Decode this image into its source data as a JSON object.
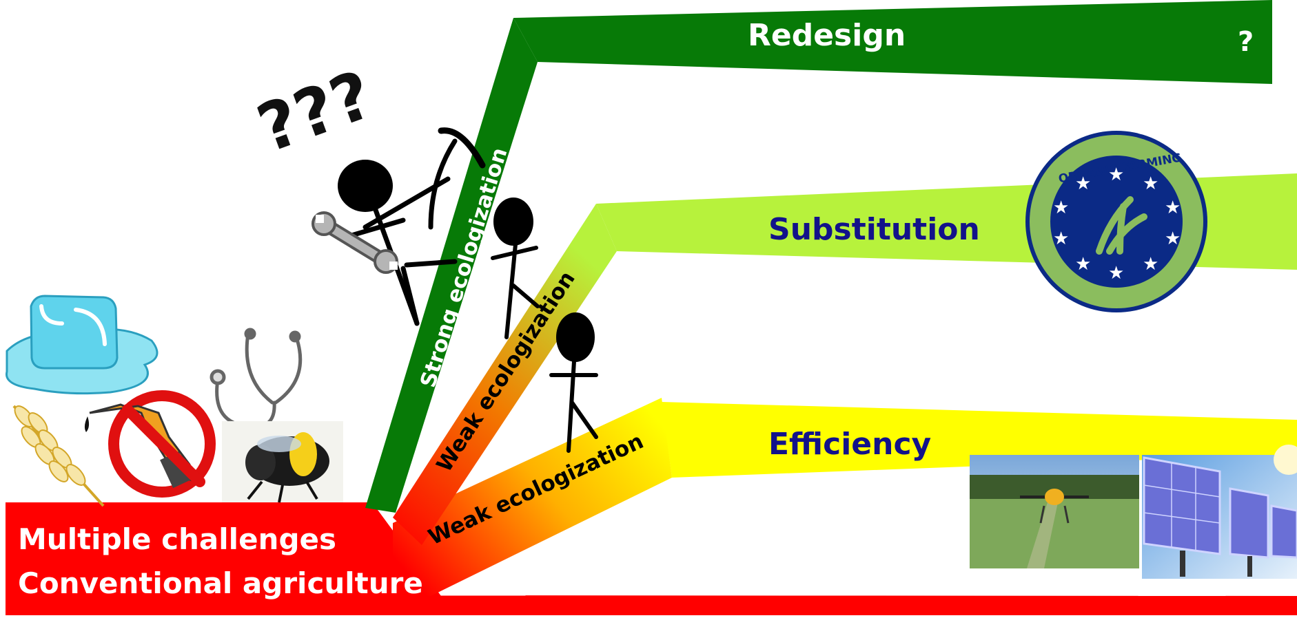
{
  "labels": {
    "redesign": "Redesign",
    "redesign_mark": "?",
    "substitution": "Substitution",
    "efficiency": "Efficiency",
    "strong_ecologization": "Strong ecologization",
    "weak_ecologization_upper": "Weak ecologization",
    "weak_ecologization_lower": "Weak ecologization",
    "challenges_line1": "Multiple challenges",
    "challenges_line2": "Conventional agriculture",
    "question_marks": "???",
    "organic_seal": "ORGANIC FARMING"
  },
  "colors": {
    "redesign": "#077a07",
    "substitution": "#b7f23c",
    "efficiency": "#ffff00",
    "base": "#ff0000",
    "label_dark_blue": "#12128a",
    "seal_ring": "#8bbd5e",
    "seal_center": "#0b2a86",
    "seal_outer": "#0b2a86",
    "white": "#ffffff",
    "black": "#000000"
  },
  "icons": [
    "ice-cube-melting-icon",
    "wheat-icon",
    "no-fuel-icon",
    "stethoscope-icon",
    "bumblebee-icon",
    "wrench-icon",
    "pickaxe-icon",
    "stick-figure-icon",
    "organic-farming-seal-icon",
    "drone-field-photo-icon",
    "solar-panel-photo-icon"
  ]
}
